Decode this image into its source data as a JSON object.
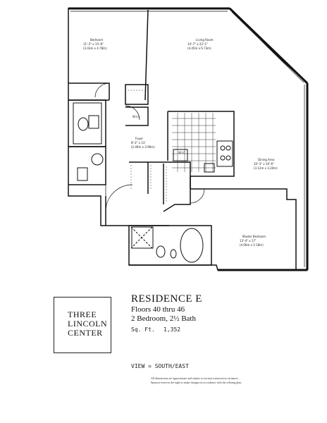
{
  "rooms": {
    "bedroom_2": {
      "name": "Bedroom",
      "dims": "11'-3\" x 15'-8\"",
      "metric": "(3.43m x 4.78m)"
    },
    "living_room": {
      "name": "Living Room",
      "dims": "14'-7\" x 22'-1\"",
      "metric": "(4.45m x 6.73m)"
    },
    "entry_label": "W.I.C.",
    "foyer": {
      "name": "Foyer",
      "dims": "8'-2\" x 13'",
      "metric": "(2.49m x 3.96m)"
    },
    "dining": {
      "name": "Dining Area",
      "dims": "10'-3\" x 10'-6\"",
      "metric": "(3.12m x 3.20m)"
    },
    "master": {
      "name": "Master Bedroom",
      "dims": "13'-4\" x 17'",
      "metric": "(4.06m x 5.18m)"
    },
    "wic": "W.I.C."
  },
  "logo": {
    "line1": "THREE",
    "line2": "LINCOLN",
    "line3": "CENTER"
  },
  "residence": {
    "title": "RESIDENCE E",
    "floors": "Floors 40 thru 46",
    "bedrooms": "2 Bedroom, 2½ Bath",
    "sqft_label": "Sq. Ft.",
    "sqft_value": "1,352"
  },
  "view": "VIEW = SOUTH/EAST",
  "disclaimer": {
    "line1": "All dimensions are approximate and subject to normal construction variances.",
    "line2": "Sponsor reserves the right to make changes in accordance with the offering plan."
  },
  "colors": {
    "wall": "#111111",
    "line": "#333333"
  }
}
